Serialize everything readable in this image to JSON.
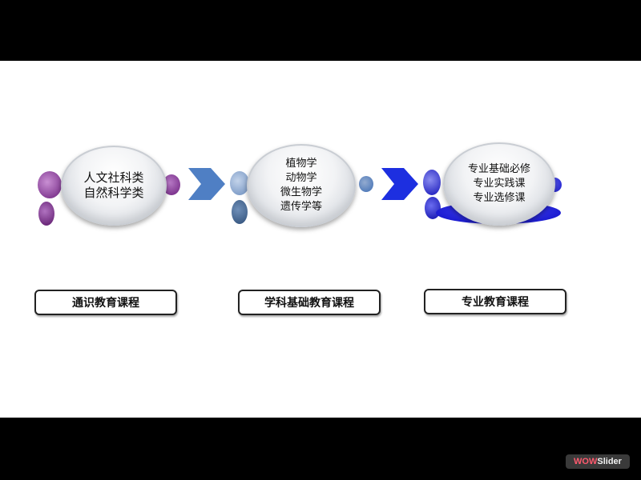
{
  "stages": [
    {
      "bubble_lines": [
        "人文社科类",
        "自然科学类"
      ],
      "label": "通识教育课程",
      "accent": "#7a2a8a"
    },
    {
      "bubble_lines": [
        "植物学",
        "动物学",
        "微生物学",
        "遗传学等"
      ],
      "label": "学科基础教育课程",
      "accent": "#3e6db3"
    },
    {
      "bubble_lines": [
        "专业基础必修",
        "专业实践课",
        "专业选修课"
      ],
      "label": "专业教育课程",
      "accent": "#1a1ac8"
    }
  ],
  "arrows": [
    {
      "color": "#4f7fc4"
    },
    {
      "color": "#1d2fe0"
    }
  ],
  "watermark": {
    "part1": "WOW",
    "part2": "Slider"
  }
}
